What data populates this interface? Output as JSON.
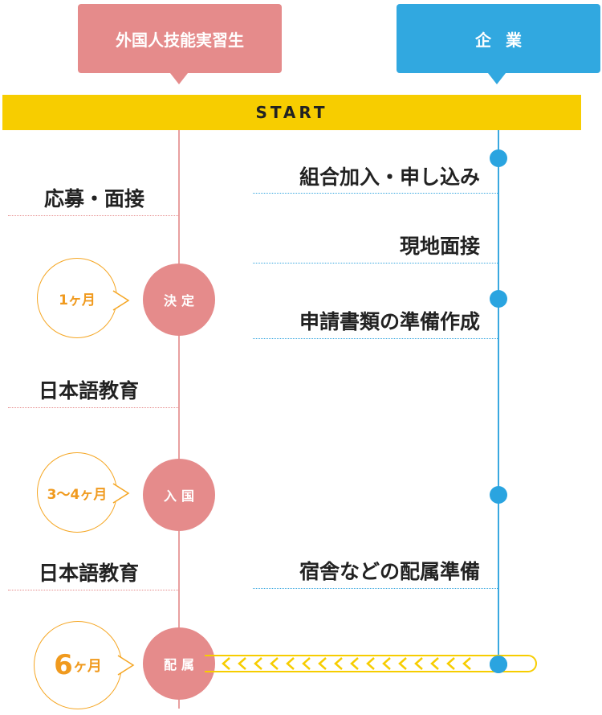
{
  "header": {
    "left_title": "外国人技能実習生",
    "right_title": "企業"
  },
  "start_label": "START",
  "left_steps": {
    "apply": "応募・面接",
    "japanese1": "日本語教育",
    "japanese2": "日本語教育"
  },
  "right_steps": {
    "union": "組合加入・申し込み",
    "interview": "現地面接",
    "documents": "申請書類の準備作成",
    "housing": "宿舎などの配属準備"
  },
  "milestones": {
    "decision": "決定",
    "entry": "入国",
    "assign": "配属"
  },
  "durations": {
    "d1": "1ヶ月",
    "d2": "3～4ヶ月",
    "d3_num": "6",
    "d3_unit": "ヶ月"
  },
  "colors": {
    "trainee": "#e58b8b",
    "company": "#31a8e0",
    "start": "#f7cd00",
    "duration": "#f09a1e"
  }
}
